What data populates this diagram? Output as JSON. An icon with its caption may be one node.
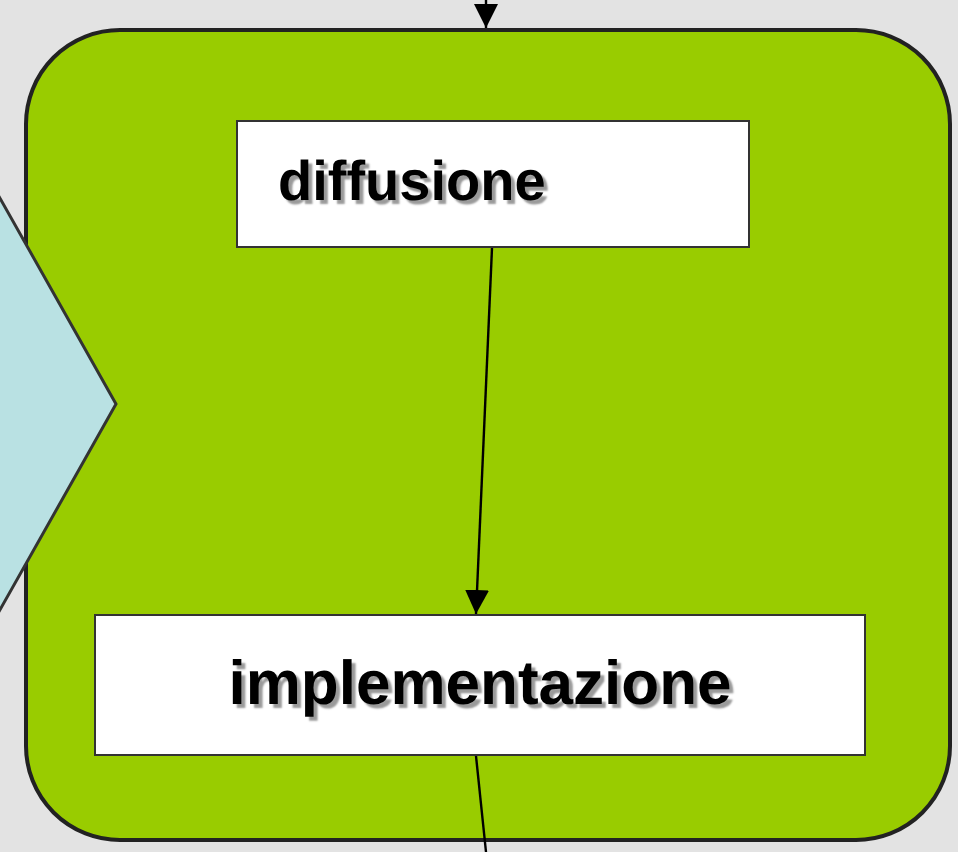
{
  "diagram": {
    "nodes": [
      {
        "text": [],
        "shape": "box"
      },
      {
        "text": [
          "diffusione"
        ],
        "in": 0
      },
      {
        "text": [
          "implementazione"
        ],
        "in": 0
      },
      {
        "text": [],
        "shape": "chevron"
      }
    ],
    "edges": [
      {
        "from": null,
        "to": 0,
        "arrow": "to"
      },
      {
        "from": 1,
        "to": 2,
        "arrow": "to"
      },
      {
        "from": 2,
        "to": null,
        "arrow": "none"
      }
    ]
  }
}
